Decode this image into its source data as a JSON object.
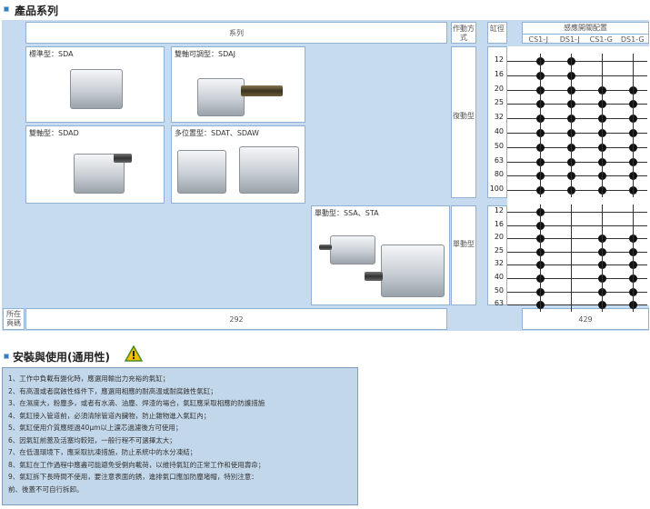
{
  "section1": {
    "title": "產品系列"
  },
  "table": {
    "header_series": "系列",
    "header_action": "作動方式",
    "header_bore": "缸徑",
    "header_sensor": "感應開關配置",
    "sensor_columns": [
      "CS1-J",
      "DS1-J",
      "CS1-G",
      "DS1-G"
    ],
    "products": [
      {
        "label": "標準型：SDA"
      },
      {
        "label": "雙軸可調型：SDAJ"
      },
      {
        "label": "雙軸型：SDAD"
      },
      {
        "label": "多位置型：SDAT、SDAW"
      },
      {
        "label": "單動型：SSA、STA"
      }
    ],
    "double_acting_label": "復動型",
    "single_acting_label": "單動型",
    "double_bores": [
      "12",
      "16",
      "20",
      "25",
      "32",
      "40",
      "50",
      "63",
      "80",
      "100"
    ],
    "single_bores": [
      "12",
      "16",
      "20",
      "25",
      "32",
      "40",
      "50",
      "63"
    ],
    "page_label": "所在頁碼",
    "page_series": "292",
    "page_sensor": "429"
  },
  "section2": {
    "title": "安裝與使用(通用性)",
    "notes": [
      "1、工作中負載有變化時，應選用輸出力充裕的氣缸；",
      "2、有高溫或者腐蝕性條件下，應選用相應的耐高溫或耐腐蝕性氣缸；",
      "3、在濕度大，粉塵多，或者有水滴、油塵、焊渣的場合，氣缸應采取相應的防護措施",
      "4、氣缸接入管道前，必須清除管道內臟物，防止雜物進入氣缸內；",
      "5、氣缸使用介質應經過40μm以上濾芯過濾後方可使用；",
      "6、因氣缸前蓋及活塞均較短，一般行程不可選擇太大；",
      "7、在低溫環境下，應采取抗凍措施，防止系統中的水分凍結；",
      "8、氣缸在工作過程中應盡可能避免受側向載荷，以維持氣缸的正常工作和使用壽命；",
      "9、氣缸拆下長時間不使用，要注意表面的銹，進排氣口應加防塵堵帽，特別注意：",
      "前、後蓋不可自行拆卸。"
    ]
  },
  "colors": {
    "panel": "#c6dbef",
    "border": "#8fb1d4",
    "accent": "#3c79b8",
    "warning": "#f2c000"
  }
}
